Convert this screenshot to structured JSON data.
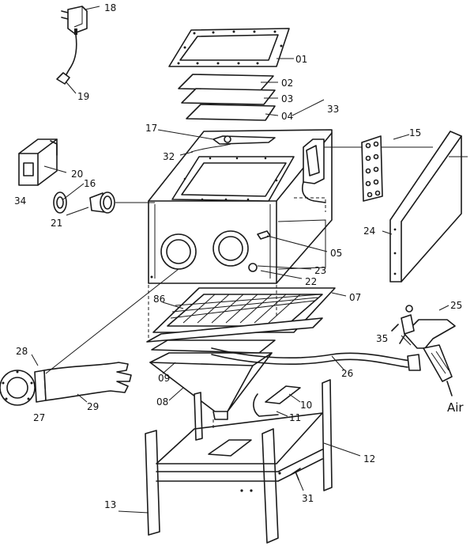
{
  "diagram": {
    "part_labels": {
      "p01": "01",
      "p02": "02",
      "p03": "03",
      "p04": "04",
      "p05": "05",
      "p07": "07",
      "p08": "08",
      "p09": "09",
      "p10": "10",
      "p11": "11",
      "p12": "12",
      "p13": "13",
      "p15": "15",
      "p16": "16",
      "p17": "17",
      "p18": "18",
      "p19": "19",
      "p20": "20",
      "p21": "21",
      "p22": "22",
      "p23": "23",
      "p24": "24",
      "p25": "25",
      "p26": "26",
      "p27": "27",
      "p28": "28",
      "p29": "29",
      "p31": "31",
      "p32": "32",
      "p33": "33",
      "p34": "34",
      "p35": "35",
      "p86": "86"
    },
    "air_label": "Air"
  }
}
